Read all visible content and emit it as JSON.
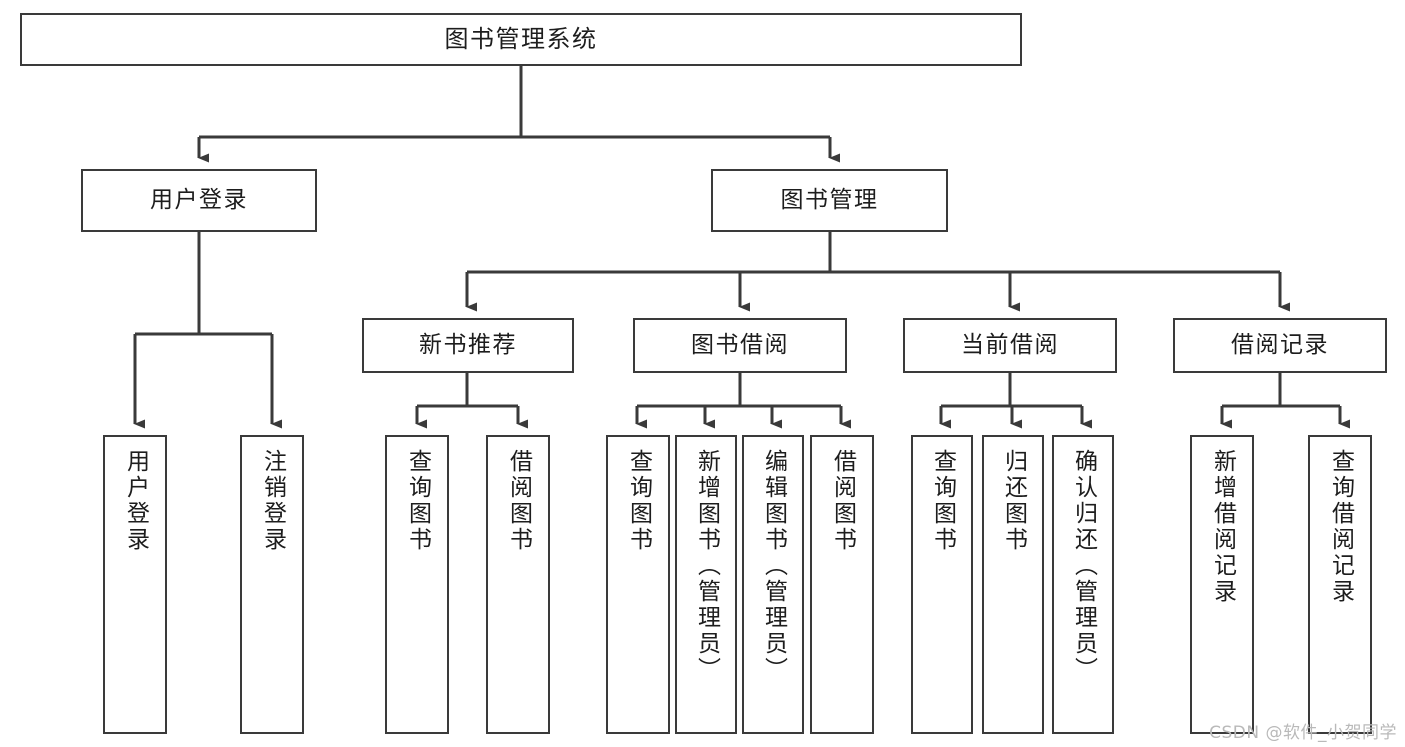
{
  "diagram": {
    "type": "tree",
    "title": "图书管理系统",
    "watermark": "CSDN @软件_小贺同学",
    "colors": {
      "node_border": "#3a3a3a",
      "node_fill": "#ffffff",
      "text": "#1d1d1d",
      "connector": "#3a3a3a",
      "watermark": "#b9b9b9",
      "background": "#ffffff"
    },
    "nodes": {
      "root": {
        "label": "图书管理系统"
      },
      "level2": [
        {
          "label": "用户登录"
        },
        {
          "label": "图书管理"
        }
      ],
      "level3": [
        {
          "label": "新书推荐"
        },
        {
          "label": "图书借阅"
        },
        {
          "label": "当前借阅"
        },
        {
          "label": "借阅记录"
        }
      ],
      "leaves_user_login": [
        {
          "label": "用户登录"
        },
        {
          "label": "注销登录"
        }
      ],
      "leaves_new_book": [
        {
          "label": "查询图书"
        },
        {
          "label": "借阅图书"
        }
      ],
      "leaves_borrow": [
        {
          "label": "查询图书"
        },
        {
          "label": "新增图书（管理员）"
        },
        {
          "label": "编辑图书（管理员）"
        },
        {
          "label": "借阅图书"
        }
      ],
      "leaves_current": [
        {
          "label": "查询图书"
        },
        {
          "label": "归还图书"
        },
        {
          "label": "确认归还（管理员）"
        }
      ],
      "leaves_records": [
        {
          "label": "新增借阅记录"
        },
        {
          "label": "查询借阅记录"
        }
      ]
    }
  }
}
